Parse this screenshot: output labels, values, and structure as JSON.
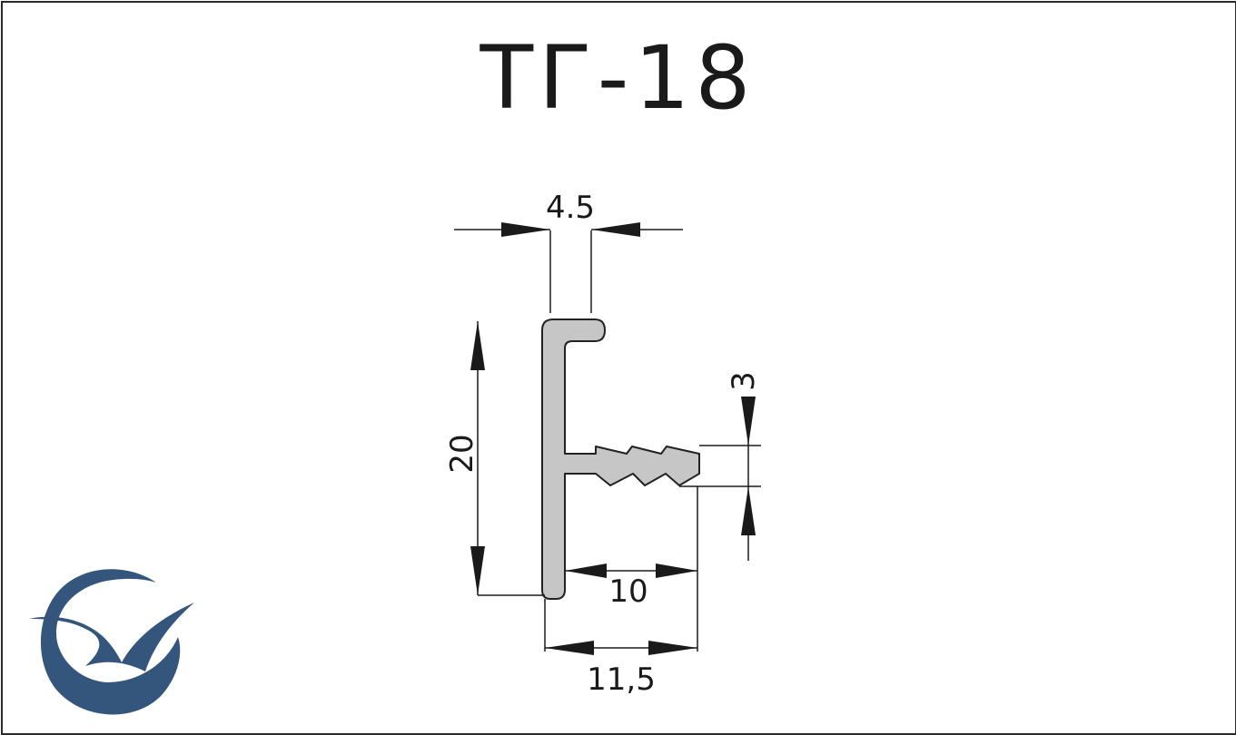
{
  "title": "ТГ-18",
  "dimensions": {
    "top_width": "4.5",
    "height": "20",
    "tooth_height": "3",
    "stem_length": "10",
    "overall_width": "11,5"
  },
  "colors": {
    "profile_fill": "#c6c6c6",
    "profile_stroke": "#222222",
    "line": "#1a1a1a",
    "logo": "#34557c"
  },
  "logo": {
    "icon": "bird-circle-logo-icon"
  }
}
